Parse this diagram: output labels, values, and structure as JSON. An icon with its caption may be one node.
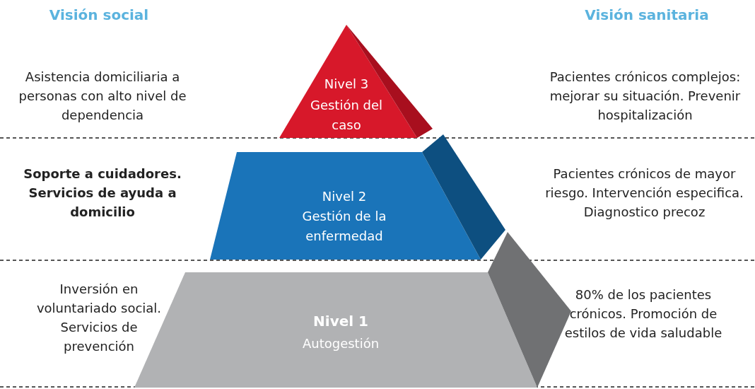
{
  "diagram": {
    "nodes": [
      {
        "text": [
          "Nivel 3",
          "Gestión del caso"
        ]
      },
      {
        "text": [
          "Nivel 2",
          "Gestión de la enfermedad"
        ]
      },
      {
        "text": [
          "Nivel 1",
          "Autogestión"
        ]
      }
    ],
    "labels": [
      "Visión social",
      "Visión sanitaria",
      "Asistencia domiciliaria a personas con alto nivel de dependencia",
      "Pacientes crónicos complejos: mejorar su situación. Prevenir hospitalización",
      "Soporte a cuidadores. Servicios de ayuda a domicilio",
      "Pacientes crónicos de mayor riesgo. Intervención especifica. Diagnostico precoz",
      "Inversión en voluntariado social. Servicios de prevención",
      "80% de los pacientes crónicos. Promoción de estilos de vida saludable"
    ]
  }
}
